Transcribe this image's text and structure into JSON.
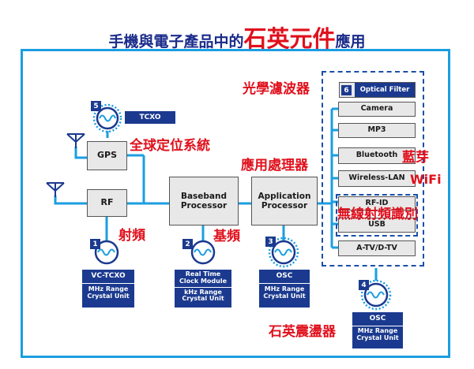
{
  "title": {
    "part1": "手機與電子產品中的",
    "accent": "石英元件",
    "part2": "應用"
  },
  "blocks": {
    "gps": "GPS",
    "rf": "RF",
    "baseband": "Baseband\nProcessor",
    "application": "Application\nProcessor"
  },
  "peripherals": {
    "optical_filter": "Optical Filter",
    "camera": "Camera",
    "mp3": "MP3",
    "bluetooth": "Bluetooth",
    "wlan": "Wireless-LAN",
    "rfid": "RF-ID",
    "usb": "USB",
    "atv": "A-TV/D-TV"
  },
  "components": {
    "c1": {
      "num": "1",
      "title": "VC-TCXO",
      "sub": "MHz Range\nCrystal Unit"
    },
    "c2": {
      "num": "2",
      "title": "Real Time\nClock Module",
      "sub": "kHz Range\nCrystal Unit"
    },
    "c3": {
      "num": "3",
      "title": "OSC",
      "sub": "MHz Range\nCrystal Unit"
    },
    "c4": {
      "num": "4",
      "title": "OSC",
      "sub": "MHz Range\nCrystal Unit"
    },
    "c5": {
      "num": "5",
      "title": "TCXO"
    },
    "c6": {
      "num": "6"
    }
  },
  "annotations": {
    "optical": "光學濾波器",
    "gps": "全球定位系統",
    "processor": "應用處理器",
    "bluetooth": "藍芽",
    "wifi": "WiFi",
    "wireless": "無線射頻識別",
    "rf": "射頻",
    "baseband": "基頻",
    "crystal": "石英震盪器"
  },
  "colors": {
    "frame": "#1b9ee0",
    "navy": "#1b3a8f",
    "accent": "#e0101c",
    "box": "#e8e8e8"
  }
}
